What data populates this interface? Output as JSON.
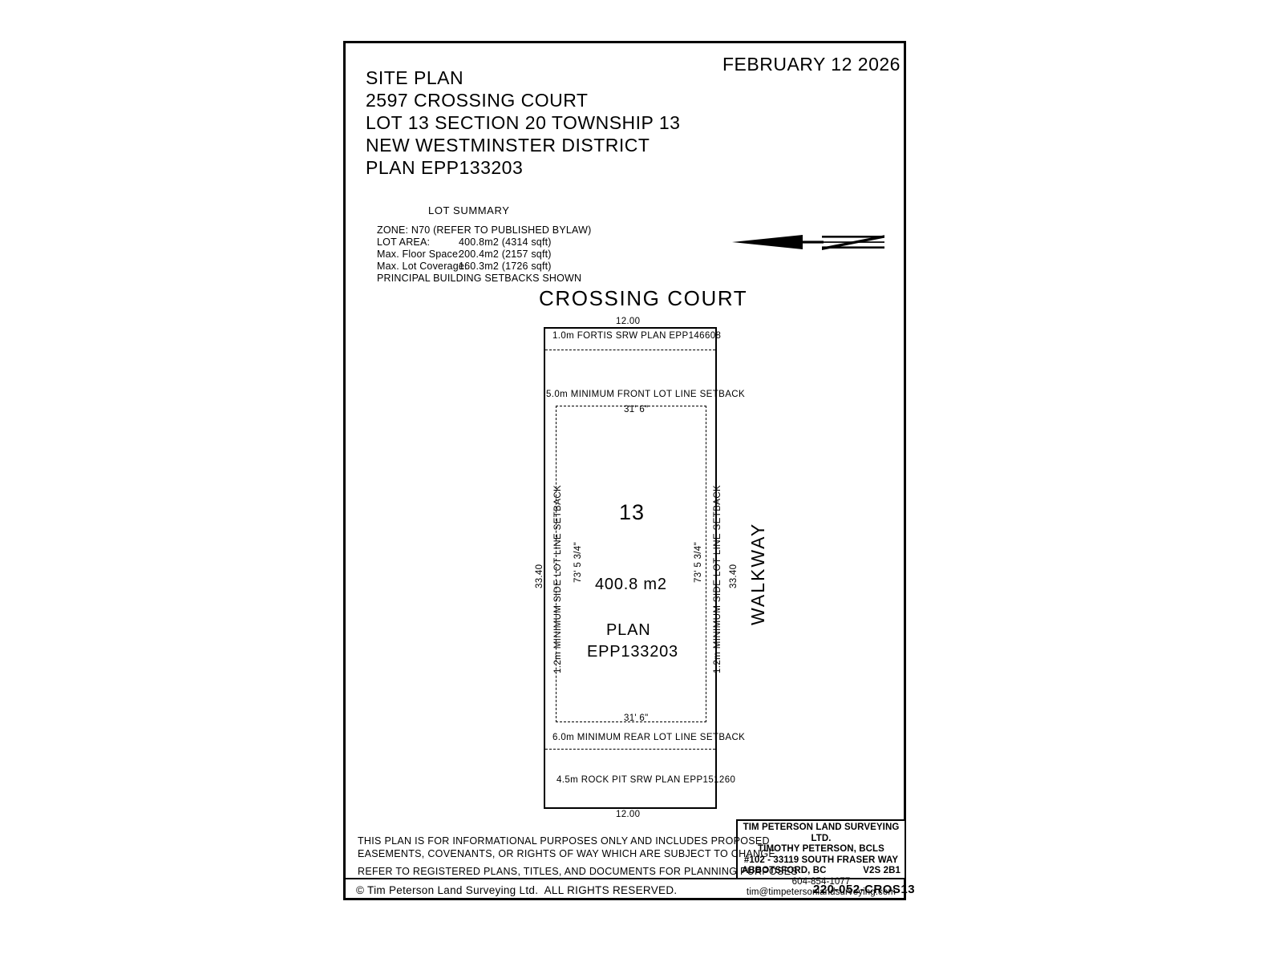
{
  "header": {
    "date": "FEBRUARY 12 2026",
    "title_lines": [
      "SITE PLAN",
      "2597 CROSSING COURT",
      "LOT 13 SECTION 20 TOWNSHIP 13",
      "NEW WESTMINSTER DISTRICT",
      "PLAN EPP133203"
    ]
  },
  "lot_summary": {
    "heading": "LOT SUMMARY",
    "zone_line": "ZONE: N70 (REFER TO PUBLISHED BYLAW)",
    "rows": [
      {
        "label": "LOT AREA:",
        "value": "400.8m2 (4314 sqft)"
      },
      {
        "label": "Max. Floor Space:",
        "value": "200.4m2 (2157 sqft)"
      },
      {
        "label": "Max. Lot Coverage:",
        "value": "160.3m2 (1726 sqft)"
      }
    ],
    "note": "PRINCIPAL BUILDING SETBACKS SHOWN"
  },
  "north_arrow": {
    "label": "N"
  },
  "plan": {
    "street_name": "CROSSING COURT",
    "walkway_label": "WALKWAY",
    "dim_top": "12.00",
    "dim_bottom": "12.00",
    "dim_left_side": "33.40",
    "dim_right_side": "33.40",
    "srw_front": "1.0m FORTIS SRW PLAN EPP146608",
    "srw_rear": "4.5m ROCK PIT SRW PLAN EPP151260",
    "setback_front": "5.0m MINIMUM FRONT LOT LINE SETBACK",
    "setback_rear": "6.0m MINIMUM REAR LOT LINE SETBACK",
    "setback_side_left": "1.2m MINIMUM SIDE LOT LINE SETBACK",
    "setback_side_right": "1.2m MINIMUM SIDE LOT LINE SETBACK",
    "buildable_width_top": "31' 6\"",
    "buildable_width_bottom": "31' 6\"",
    "buildable_depth_left": "73' 5 3/4\"",
    "buildable_depth_right": "73' 5 3/4\"",
    "lot_number": "13",
    "lot_area": "400.8 m2",
    "plan_word": "PLAN",
    "plan_number": "EPP133203"
  },
  "surveyor": {
    "company": "TIM PETERSON LAND SURVEYING LTD.",
    "surveyor_name": "TIMOTHY PETERSON, BCLS",
    "address_1": "#102 - 33119 SOUTH FRASER WAY",
    "city": "ABBOTSFORD, BC",
    "postal": "V2S 2B1",
    "phone": "604-854-1077",
    "email": "tim@timpetersonlandsurveying.com"
  },
  "footer": {
    "disclaimer_1": "THIS PLAN IS FOR INFORMATIONAL PURPOSES ONLY AND INCLUDES PROPOSED",
    "disclaimer_2": "EASEMENTS, COVENANTS, OR RIGHTS OF WAY WHICH ARE SUBJECT TO CHANGE",
    "disclaimer_3": "REFER TO REGISTERED PLANS, TITLES, AND DOCUMENTS FOR PLANNING PURPOSES",
    "copyright": "© Tim Peterson Land Surveying Ltd.  ALL RIGHTS RESERVED.",
    "job_number": "220-052-CROS13"
  }
}
